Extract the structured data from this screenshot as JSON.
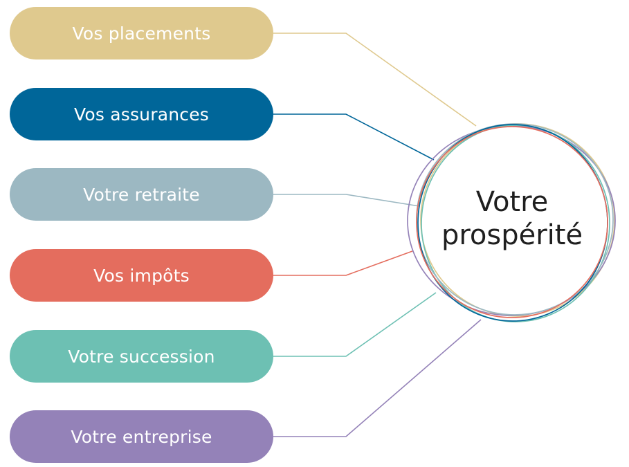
{
  "center": {
    "line1": "Votre",
    "line2": "prospérité"
  },
  "items": [
    {
      "label": "Vos placements",
      "color": "#DFC98E"
    },
    {
      "label": "Vos assurances",
      "color": "#006699"
    },
    {
      "label": "Votre retraite",
      "color": "#9CB8C2"
    },
    {
      "label": "Vos impôts",
      "color": "#E46D5E"
    },
    {
      "label": "Votre succession",
      "color": "#6DC0B3"
    },
    {
      "label": "Votre entreprise",
      "color": "#9482B8"
    }
  ]
}
